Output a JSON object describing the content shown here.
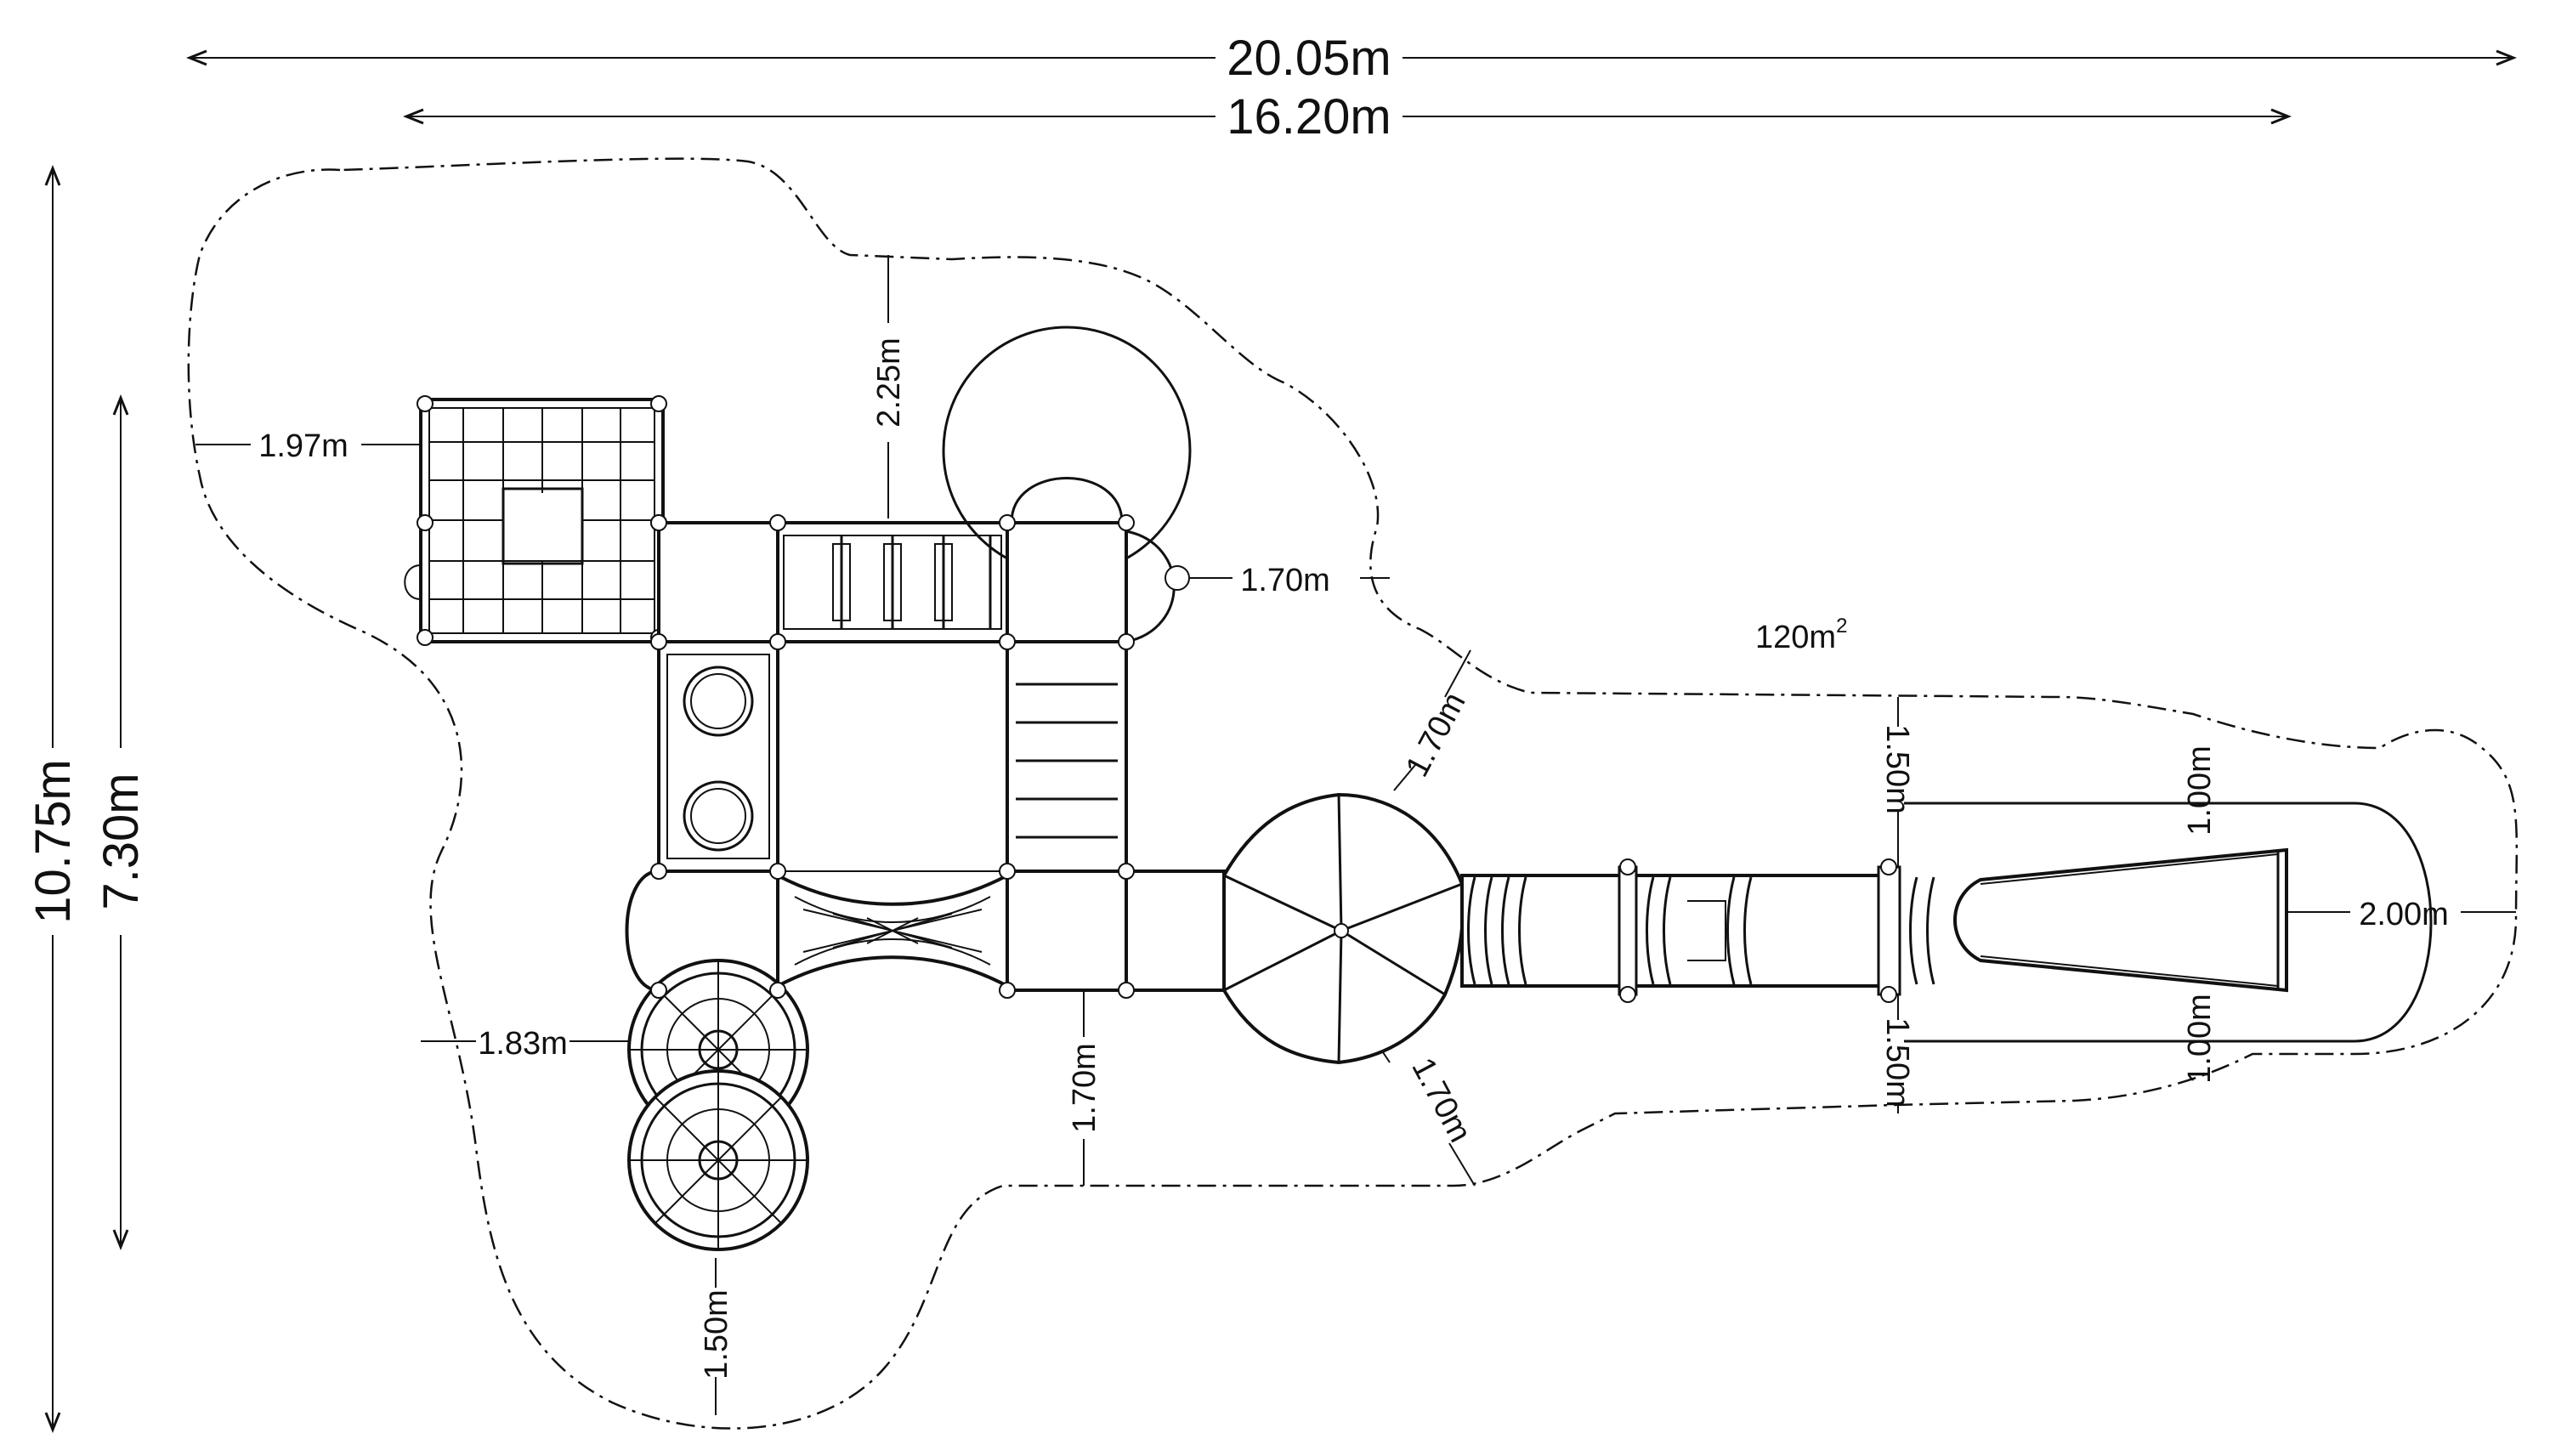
{
  "dimensions": {
    "overall_width": "20.05m",
    "structure_width": "16.20m",
    "overall_height": "10.75m",
    "structure_height": "7.30m",
    "left_clearance": "1.97m",
    "top_clearance": "2.25m",
    "right_tower_clearance": "1.70m",
    "hex_top_clearance": "1.70m",
    "hex_bottom_clearance": "1.70m",
    "bottom_center_clearance": "1.70m",
    "net_side_clearance": "1.83m",
    "net_bottom_clearance": "1.50m",
    "slide_top_clearance": "1.50m",
    "slide_bottom_clearance": "1.50m",
    "slide_top_inner": "1.00m",
    "slide_bottom_inner": "1.00m",
    "slide_end_clearance": "2.00m"
  },
  "area": {
    "value": "120m",
    "unit_superscript": "2"
  }
}
